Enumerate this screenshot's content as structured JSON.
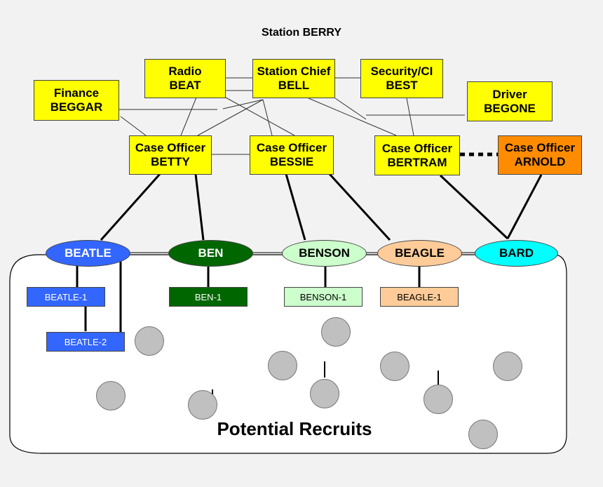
{
  "title": "Station BERRY",
  "nodes": {
    "finance": {
      "line1": "Finance",
      "line2": "BEGGAR"
    },
    "radio": {
      "line1": "Radio",
      "line2": "BEAT"
    },
    "chief": {
      "line1": "Station Chief",
      "line2": "BELL"
    },
    "security": {
      "line1": "Security/CI",
      "line2": "BEST"
    },
    "driver": {
      "line1": "Driver",
      "line2": "BEGONE"
    },
    "betty": {
      "line1": "Case Officer",
      "line2": "BETTY"
    },
    "bessie": {
      "line1": "Case Officer",
      "line2": "BESSIE"
    },
    "bertram": {
      "line1": "Case Officer",
      "line2": "BERTRAM"
    },
    "arnold": {
      "line1": "Case Officer",
      "line2": "ARNOLD"
    }
  },
  "agents": {
    "beatle": "BEATLE",
    "ben": "BEN",
    "benson": "BENSON",
    "beagle": "BEAGLE",
    "bard": "BARD"
  },
  "subagents": {
    "beatle1": "BEATLE-1",
    "beatle2": "BEATLE-2",
    "ben1": "BEN-1",
    "benson1": "BENSON-1",
    "beagle1": "BEAGLE-1"
  },
  "recruits_label": "Potential Recruits",
  "colors": {
    "officer": "#ffff00",
    "arnold": "#ff8c00",
    "beatle": "#3366ff",
    "ben": "#006600",
    "benson": "#ccffcc",
    "beagle": "#ffcc99",
    "bard": "#00ffff",
    "recruit": "#c0c0c0"
  }
}
